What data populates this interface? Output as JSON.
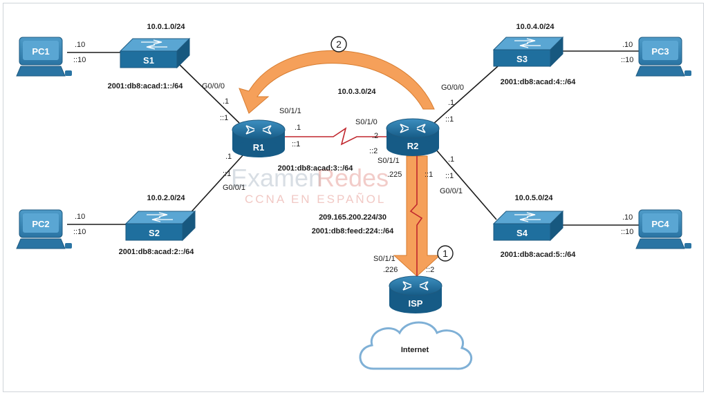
{
  "devices": {
    "pc1": "PC1",
    "pc2": "PC2",
    "pc3": "PC3",
    "pc4": "PC4",
    "s1": "S1",
    "s2": "S2",
    "s3": "S3",
    "s4": "S4",
    "r1": "R1",
    "r2": "R2",
    "isp": "ISP",
    "internet": "Internet"
  },
  "networks": {
    "n1_v4": "10.0.1.0/24",
    "n1_v6": "2001:db8:acad:1::/64",
    "n2_v4": "10.0.2.0/24",
    "n2_v6": "2001:db8:acad:2::/64",
    "n3_v4": "10.0.3.0/24",
    "n3_v6": "2001:db8:acad:3::/64",
    "n4_v4": "10.0.4.0/24",
    "n4_v6": "2001:db8:acad:4::/64",
    "n5_v4": "10.0.5.0/24",
    "n5_v6": "2001:db8:acad:5::/64",
    "isp_v4": "209.165.200.224/30",
    "isp_v6": "2001:db8:feed:224::/64"
  },
  "interfaces": {
    "r1_g000": "G0/0/0",
    "r1_g001": "G0/0/1",
    "r1_s011": "S0/1/1",
    "r2_s010": "S0/1/0",
    "r2_g000": "G0/0/0",
    "r2_g001": "G0/0/1",
    "r2_s011": "S0/1/1",
    "isp_s011": "S0/1/1"
  },
  "addresses": {
    "pc1_v4": ".10",
    "pc1_v6": "::10",
    "pc2_v4": ".10",
    "pc2_v6": "::10",
    "pc3_v4": ".10",
    "pc3_v6": "::10",
    "pc4_v4": ".10",
    "pc4_v6": "::10",
    "r1_g000_v4": ".1",
    "r1_g000_v6": "::1",
    "r1_g001_v4": ".1",
    "r1_g001_v6": "::1",
    "r1_s011_v4": ".1",
    "r1_s011_v6": "::1",
    "r2_s010_v4": ".2",
    "r2_s010_v6": "::2",
    "r2_g000_v4": ".1",
    "r2_g000_v6": "::1",
    "r2_g001_v4": ".1",
    "r2_g001_v6": "::1",
    "r2_s011_v4": ".225",
    "r2_s011_v6": "::1",
    "isp_s011_v4": ".226",
    "isp_s011_v6": "::2"
  },
  "steps": {
    "step1": "1",
    "step2": "2"
  },
  "watermark": {
    "line1a": "Examen",
    "line1b": "Redes",
    "line2": "CCNA EN ESPAÑOL"
  },
  "colors": {
    "device_blue": "#1f6f9e",
    "arrow_orange": "#f5a05a",
    "serial_red": "#c0262d",
    "link_black": "#1a1a1a"
  }
}
